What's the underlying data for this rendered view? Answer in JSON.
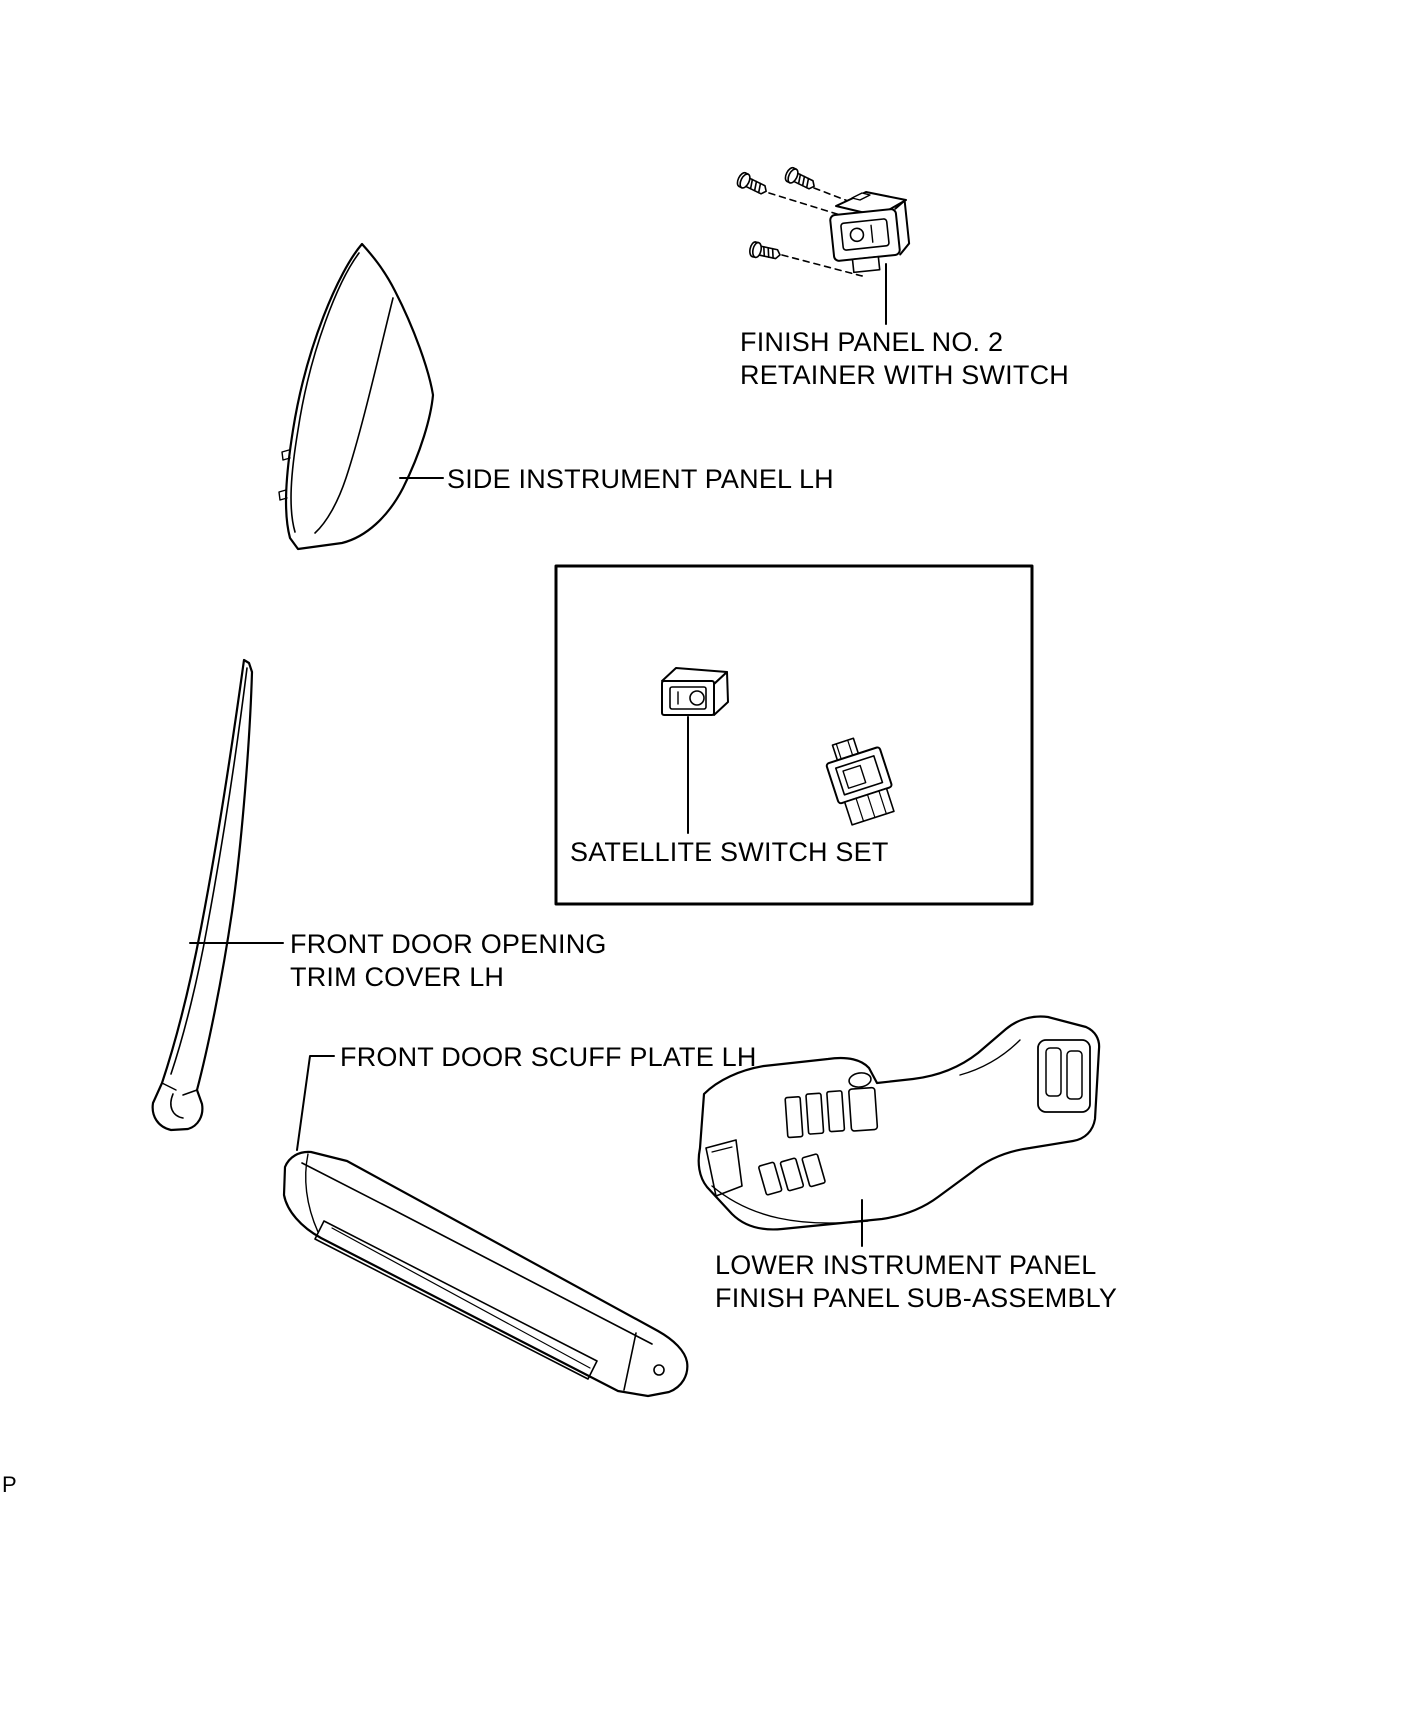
{
  "page": {
    "corner_letter": "P"
  },
  "colors": {
    "line": "#000000",
    "background": "#ffffff"
  },
  "parts": {
    "finish_panel_retainer": {
      "label_line1": "FINISH PANEL NO. 2",
      "label_line2": "RETAINER WITH SWITCH"
    },
    "side_instrument_panel": {
      "label": "SIDE INSTRUMENT PANEL LH"
    },
    "satellite_switch_set": {
      "label": "SATELLITE SWITCH SET"
    },
    "front_door_opening_trim": {
      "label_line1": "FRONT DOOR OPENING",
      "label_line2": "TRIM COVER LH"
    },
    "front_door_scuff_plate": {
      "label": "FRONT DOOR SCUFF PLATE LH"
    },
    "lower_instrument_panel": {
      "label_line1": "LOWER INSTRUMENT PANEL",
      "label_line2": "FINISH PANEL SUB-ASSEMBLY"
    }
  }
}
